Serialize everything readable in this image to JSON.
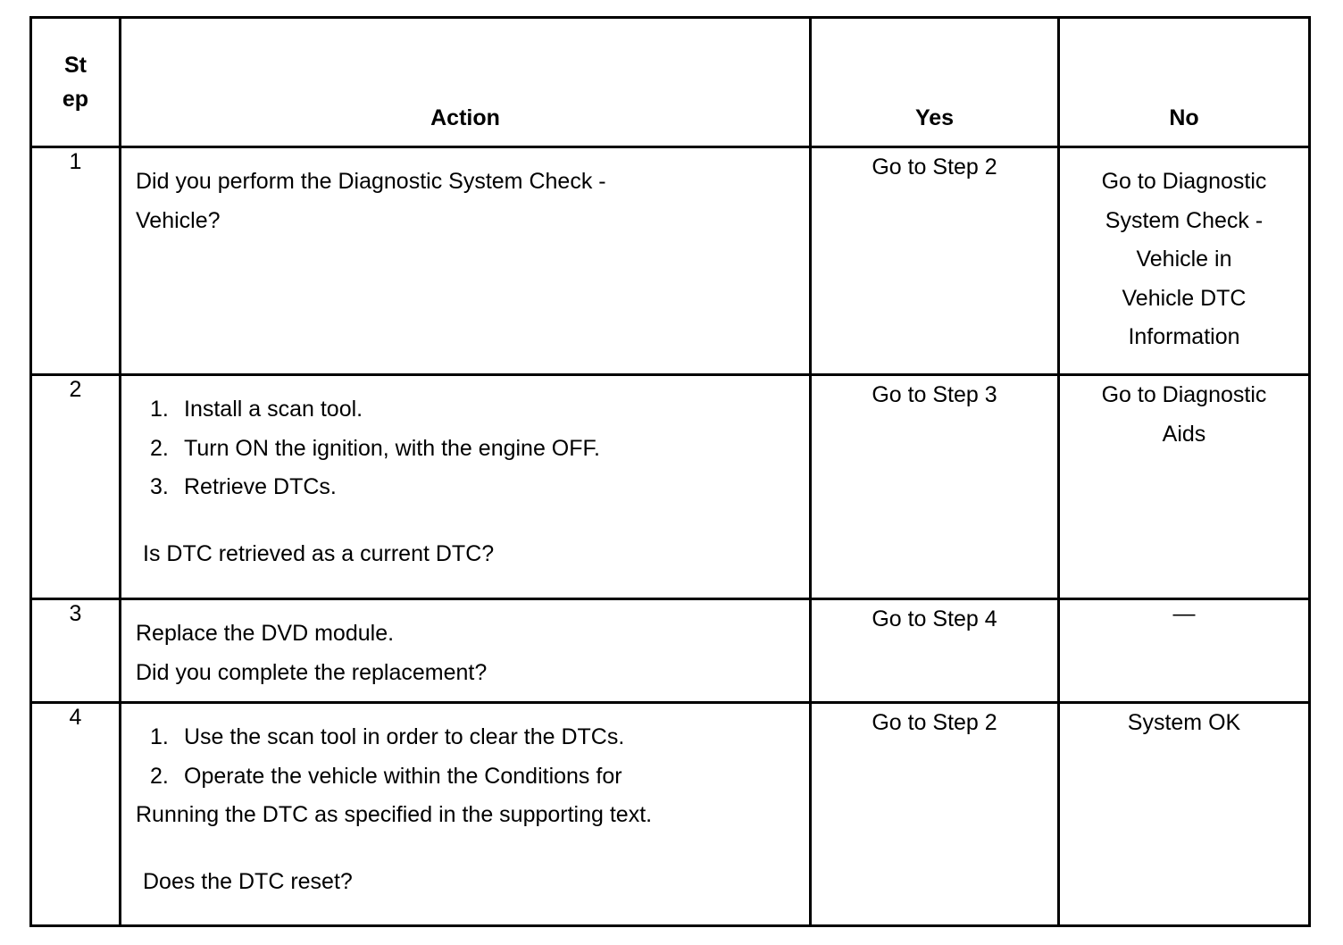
{
  "document": {
    "kind": "diagnostic-trouble-code-step-table"
  },
  "table": {
    "headers": {
      "step_line1": "St",
      "step_line2": "ep",
      "action": "Action",
      "yes": "Yes",
      "no": "No"
    },
    "rows": [
      {
        "step": "1",
        "action_lines": [
          {
            "type": "text",
            "text": "Did you perform the Diagnostic System Check -"
          },
          {
            "type": "text",
            "text": "Vehicle?"
          }
        ],
        "yes": "Go to Step 2",
        "yes_align": "bottom",
        "no_lines": [
          "Go to Diagnostic",
          "System Check -",
          "Vehicle in",
          "Vehicle DTC",
          "Information"
        ],
        "no_align": "top"
      },
      {
        "step": "2",
        "action_lines": [
          {
            "type": "numbered",
            "num": "1.",
            "text": "Install a scan tool."
          },
          {
            "type": "numbered",
            "num": "2.",
            "text": "Turn ON the ignition, with the engine OFF."
          },
          {
            "type": "numbered",
            "num": "3.",
            "text": "Retrieve DTCs."
          },
          {
            "type": "spacer",
            "text": ""
          },
          {
            "type": "question",
            "text": "Is DTC retrieved as a current DTC?"
          }
        ],
        "yes": "Go to Step 3",
        "yes_align": "bottom",
        "no_lines": [
          "Go to Diagnostic",
          "Aids"
        ],
        "no_align": "bottom"
      },
      {
        "step": "3",
        "action_lines": [
          {
            "type": "text",
            "text": "Replace the DVD module."
          },
          {
            "type": "text",
            "text": "Did you complete the replacement?"
          }
        ],
        "yes": "Go to Step 4",
        "yes_align": "bottom",
        "no_lines": [
          "—"
        ],
        "no_align": "bottom"
      },
      {
        "step": "4",
        "action_lines": [
          {
            "type": "numbered",
            "num": "1.",
            "text": "Use the scan tool in order to clear the DTCs."
          },
          {
            "type": "numbered",
            "num": "2.",
            "text": "Operate the vehicle within the Conditions for"
          },
          {
            "type": "cont",
            "text": "Running the DTC as specified in the supporting text."
          },
          {
            "type": "spacer",
            "text": ""
          },
          {
            "type": "question",
            "text": "Does the DTC reset?"
          }
        ],
        "yes": "Go to Step 2",
        "yes_align": "bottom",
        "no_lines": [
          "System OK"
        ],
        "no_align": "bottom"
      }
    ]
  },
  "colors": {
    "border": "#000000",
    "text": "#000000",
    "background": "#ffffff"
  }
}
